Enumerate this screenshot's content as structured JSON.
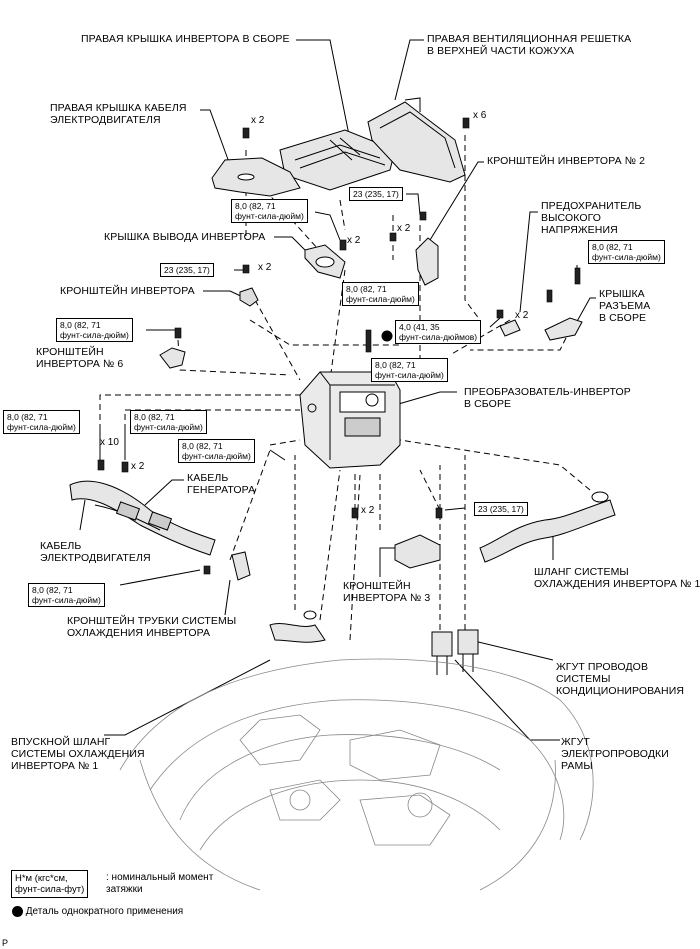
{
  "labels": {
    "right_inverter_cover": "ПРАВАЯ КРЫШКА ИНВЕРТОРА В СБОРЕ",
    "right_vent_grille": "ПРАВАЯ ВЕНТИЛЯЦИОННАЯ РЕШЕТКА\nВ ВЕРХНЕЙ ЧАСТИ КОЖУХА",
    "right_motor_cable_cover": "ПРАВАЯ КРЫШКА КАБЕЛЯ\nЭЛЕКТРОДВИГАТЕЛЯ",
    "inverter_bracket_2": "КРОНШТЕЙН ИНВЕРТОРА № 2",
    "hv_fuse": "ПРЕДОХРАНИТЕЛЬ\nВЫСОКОГО\nНАПРЯЖЕНИЯ",
    "inverter_terminal_cover": "КРЫШКА ВЫВОДА ИНВЕРТОРА",
    "inverter_bracket": "КРОНШТЕЙН ИНВЕРТОРА",
    "connector_cover": "КРЫШКА\nРАЗЪЕМА\nВ СБОРЕ",
    "inverter_bracket_6": "КРОНШТЕЙН\nИНВЕРТОРА № 6",
    "converter_inverter": "ПРЕОБРАЗОВАТЕЛЬ-ИНВЕРТОР\nВ СБОРЕ",
    "generator_cable": "КАБЕЛЬ\nГЕНЕРАТОРА",
    "motor_cable": "КАБЕЛЬ\nЭЛЕКТРОДВИГАТЕЛЯ",
    "inverter_bracket_3": "КРОНШТЕЙН\nИНВЕРТОРА № 3",
    "inverter_cooling_hose_1": "ШЛАНГ СИСТЕМЫ\nОХЛАЖДЕНИЯ ИНВЕРТОРА № 1",
    "cooling_pipe_bracket": "КРОНШТЕЙН ТРУБКИ СИСТЕМЫ\nОХЛАЖДЕНИЯ ИНВЕРТОРА",
    "ac_wire_harness": "ЖГУТ ПРОВОДОВ\nСИСТЕМЫ\nКОНДИЦИОНИРОВАНИЯ",
    "inlet_cooling_hose_1": "ВПУСКНОЙ ШЛАНГ\nСИСТЕМЫ ОХЛАЖДЕНИЯ\nИНВЕРТОРА № 1",
    "frame_wire_harness": "ЖГУТ\nЭЛЕКТРОПРОВОДКИ\nРАМЫ"
  },
  "torques": {
    "t_cover": "8,0 (82, 71\nфунт-сила-дюйм)",
    "t_bracket2": "23 (235, 17)",
    "t_bracket": "23 (235, 17)",
    "t_conn": "8,0 (82, 71\nфунт-сила-дюйм)",
    "t_center": "8,0 (82, 71\nфунт-сила-дюйм)",
    "t_fuse": "4,0 (41, 35\nфунт-сила-дюймов)",
    "t_bracket6": "8,0 (82, 71\nфунт-сила-дюйм)",
    "t_inv_center": "8,0 (82, 71\nфунт-сила-дюйм)",
    "t_cable_left": "8,0 (82, 71\nфунт-сила-дюйм)",
    "t_cable_mid": "8,0 (82, 71\nфунт-сила-дюйм)",
    "t_body": "8,0 (82, 71\nфунт-сила-дюйм)",
    "t_hose": "23 (235, 17)",
    "t_pipe_bracket": "8,0 (82, 71\nфунт-сила-дюйм)"
  },
  "quantities": {
    "q1": "x 2",
    "q2": "x 6",
    "q3": "x 2",
    "q4": "x 2",
    "q5": "x 2",
    "q6": "x 2",
    "q7": "x 10",
    "q8": "x 2",
    "q9": "x 2"
  },
  "legend": {
    "torque_box": "Н*м (кгс*см,\nфунт-сила-фут)",
    "torque_text": ": номинальный момент\nзатяжки",
    "single_use": "Деталь однократного применения"
  },
  "corner_mark": "P"
}
